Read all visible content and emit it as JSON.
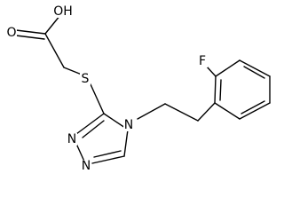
{
  "molecule": {
    "atom_labels": {
      "oh": "OH",
      "carbonyl_o": "O",
      "sulfur": "S",
      "n4": "N",
      "n2": "N",
      "n1": "N",
      "fluorine": "F"
    },
    "colors": {
      "bond": "#000000",
      "label": "#000000",
      "background": "#ffffff"
    }
  }
}
